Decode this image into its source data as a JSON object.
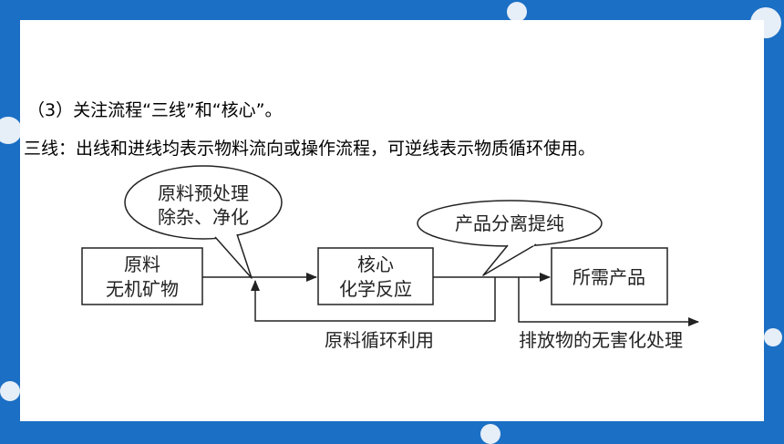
{
  "paragraph": {
    "line1": "（3）关注流程“三线”和“核心”。",
    "line2": "三线：出线和进线均表示物料流向或操作流程，可逆线表示物质循环使用。"
  },
  "diagram": {
    "bubble_pretreat_line1": "原料预处理",
    "bubble_pretreat_line2": "除杂、净化",
    "bubble_separate": "产品分离提纯",
    "box_raw_line1": "原料",
    "box_raw_line2": "无机矿物",
    "box_core_line1": "核心",
    "box_core_line2": "化学反应",
    "box_product": "所需产品",
    "label_recycle": "原料循环利用",
    "label_waste": "排放物的无害化处理"
  }
}
